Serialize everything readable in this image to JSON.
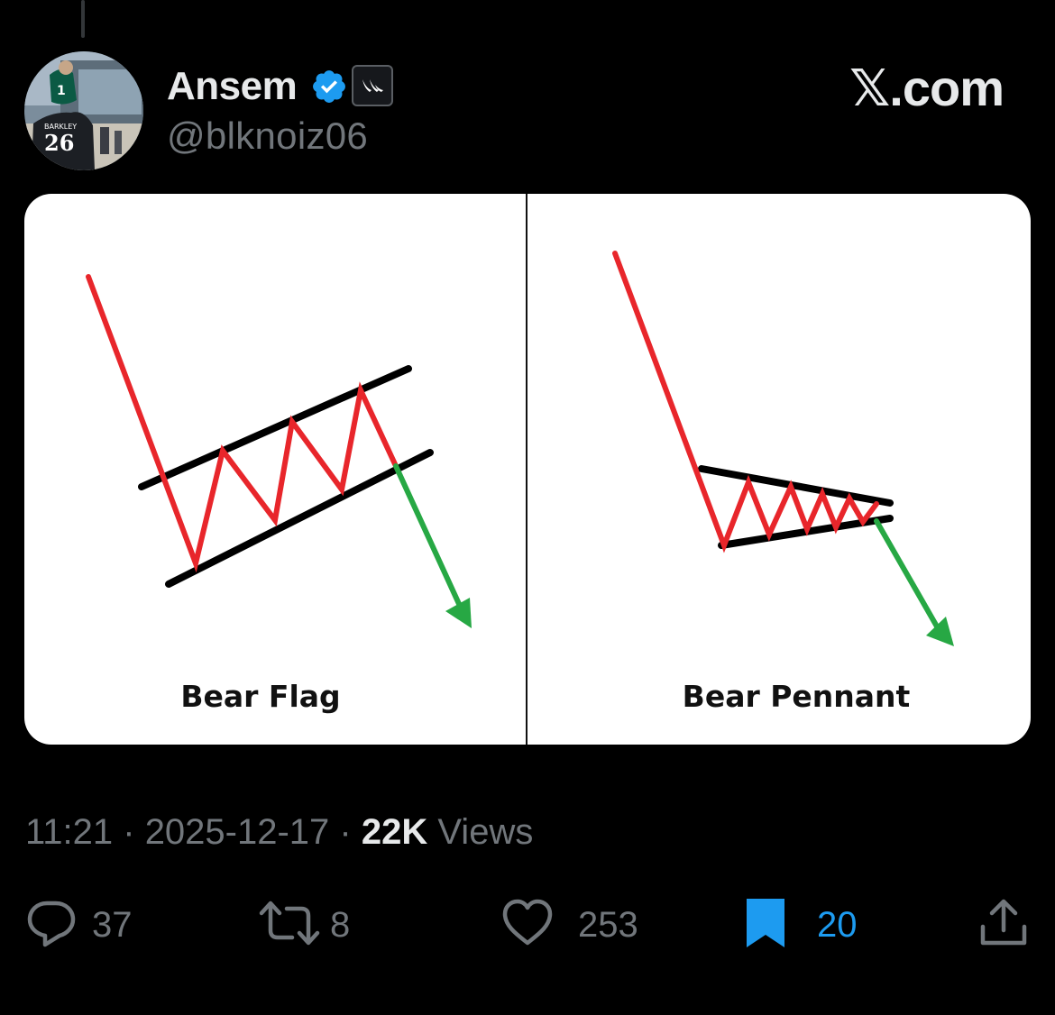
{
  "author": {
    "display_name": "Ansem",
    "handle": "@blknoiz06",
    "verified_icon": "verified-check-icon",
    "affiliate_icon": "affiliate-badge-icon",
    "avatar_jersey_top": "1",
    "avatar_jersey_bottom": "26",
    "avatar_jersey_name": "BARKLEY"
  },
  "brand": "𝕏.com",
  "media": {
    "left_panel": {
      "label": "Bear Flag"
    },
    "right_panel": {
      "label": "Bear Pennant"
    },
    "colors": {
      "downtrend": "#e8262b",
      "channel": "#000000",
      "breakout": "#27a844"
    }
  },
  "meta": {
    "time": "11:21",
    "separator": " · ",
    "date": "2025-12-17",
    "views_count": "22K",
    "views_label": " Views"
  },
  "actions": {
    "replies": {
      "icon": "reply-icon",
      "count": "37"
    },
    "reposts": {
      "icon": "repost-icon",
      "count": "8"
    },
    "likes": {
      "icon": "heart-icon",
      "count": "253"
    },
    "bookmarks": {
      "icon": "bookmark-filled-icon",
      "count": "20",
      "active_color": "#1d9bf0"
    },
    "share": {
      "icon": "share-icon"
    }
  }
}
